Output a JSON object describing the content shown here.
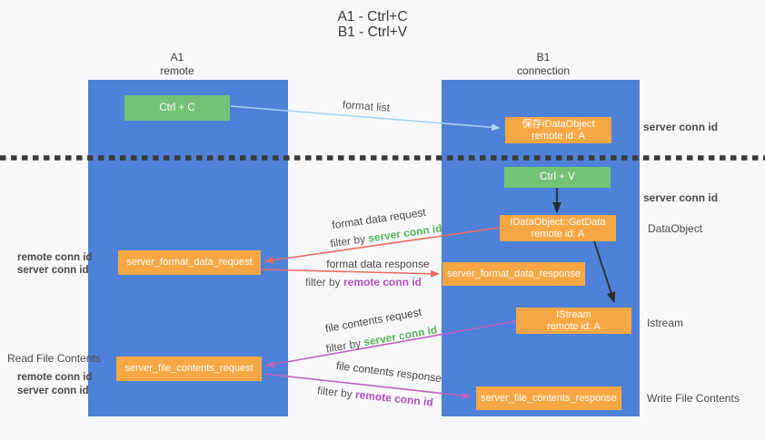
{
  "title": {
    "line1": "A1 - Ctrl+C",
    "line2": "B1 - Ctrl+V"
  },
  "lifelines": {
    "a1": {
      "name": "A1",
      "role": "remote"
    },
    "b1": {
      "name": "B1",
      "role": "connection"
    }
  },
  "nodes": {
    "ctrl_c": {
      "label": "Ctrl + C"
    },
    "save_dataobject": {
      "title": "保存IDataObject",
      "subtitle": "remote id: A"
    },
    "ctrl_v": {
      "label": "Ctrl + V"
    },
    "getdata": {
      "title": "IDataObject::GetData",
      "subtitle": "remote id: A"
    },
    "format_request": {
      "label": "server_format_data_request"
    },
    "format_response": {
      "label": "server_format_data_response"
    },
    "istream": {
      "title": "IStream",
      "subtitle": "remote id: A"
    },
    "file_request": {
      "label": "server_file_contents_request"
    },
    "file_response": {
      "label": "server_file_contents_response"
    }
  },
  "arrows": {
    "format_list": {
      "label": "format list"
    },
    "format_data_request": {
      "label": "format data request",
      "filter_prefix": "filter by ",
      "filter_key": "server conn id"
    },
    "format_data_response": {
      "label": "format data response",
      "filter_prefix": "filter by ",
      "filter_key": "remote conn id"
    },
    "file_contents_request": {
      "label": "file contents request",
      "filter_prefix": "filter by ",
      "filter_key": "server conn id"
    },
    "file_contents_response": {
      "label": "file contents response",
      "filter_prefix": "filter by ",
      "filter_key": "remote conn id"
    }
  },
  "side_labels": {
    "right_server_conn_top": "server conn id",
    "right_server_conn_mid": "server conn id",
    "right_dataobject": "DataObject",
    "right_istream": "Istream",
    "right_write_file": "Write File Contents",
    "left_read_file": "Read File Contents",
    "left_remote_conn_1": "remote conn id",
    "left_server_conn_1": "server conn id",
    "left_remote_conn_2": "remote conn id",
    "left_server_conn_2": "server conn id"
  },
  "colors": {
    "lifeline_blue": "#4d82d8",
    "node_green": "#74c276",
    "node_orange": "#f7a845",
    "arrow_red": "#ec6a5e",
    "arrow_magenta": "#be5fc3",
    "arrow_light_blue": "#a6d3f2",
    "arrow_black": "#2b2b2b",
    "dotted_divider": "#3a3a3a",
    "text_green": "#57b65b",
    "text_purple": "#b050c0",
    "text_gray": "#4a4a4a"
  }
}
